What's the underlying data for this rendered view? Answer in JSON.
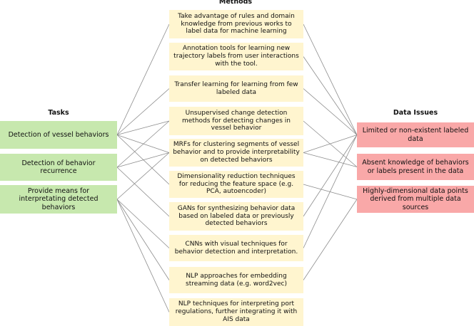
{
  "headings": {
    "methods": "Methods",
    "tasks": "Tasks",
    "issues": "Data Issues"
  },
  "tasks": [
    "Detection of vessel behaviors",
    "Detection of behavior recurrence",
    "Provide means for interpretating detected behaviors"
  ],
  "methods": [
    "Take advantage of rules and domain knowledge from previous works to label data for machine learning",
    "Annotation tools for learning new trajectory labels from user interactions with the tool.",
    "Transfer learning for learning from few labeled data",
    "Unsupervised change detection methods for detecting changes in vessel behavior",
    "MRFs for clustering segments of vessel behavior and to provide interpretability on detected behaviors",
    "Dimensionality reduction techniques for reducing the feature space (e.g. PCA, autoencoder)",
    "GANs for synthesizing behavior data based on labeled data or previously detected behaviors",
    "CNNs with visual techniques for behavior detection and interpretation.",
    "NLP approaches for embedding streaming data (e.g. word2vec)",
    "NLP techniques for interpreting port regulations, further integrating it with AIS data"
  ],
  "issues": [
    "Limited or non-existent labeled data",
    "Absent knowledge of behaviors or labels present in the data",
    "Highly-dimensional data points derived from multiple data sources"
  ],
  "colors": {
    "task": "#c7e8ae",
    "method": "#fff5cf",
    "issue": "#f9a8a8",
    "link": "#8c8c8c"
  },
  "links": {
    "task_method": [
      [
        0,
        0
      ],
      [
        0,
        2
      ],
      [
        0,
        3
      ],
      [
        0,
        4
      ],
      [
        0,
        5
      ],
      [
        1,
        3
      ],
      [
        1,
        4
      ],
      [
        1,
        6
      ],
      [
        2,
        4
      ],
      [
        2,
        7
      ],
      [
        2,
        8
      ],
      [
        2,
        9
      ]
    ],
    "method_issue": [
      [
        0,
        0
      ],
      [
        1,
        0
      ],
      [
        2,
        0
      ],
      [
        3,
        1
      ],
      [
        4,
        0
      ],
      [
        4,
        1
      ],
      [
        5,
        2
      ],
      [
        6,
        0
      ],
      [
        7,
        0
      ],
      [
        8,
        2
      ]
    ]
  }
}
